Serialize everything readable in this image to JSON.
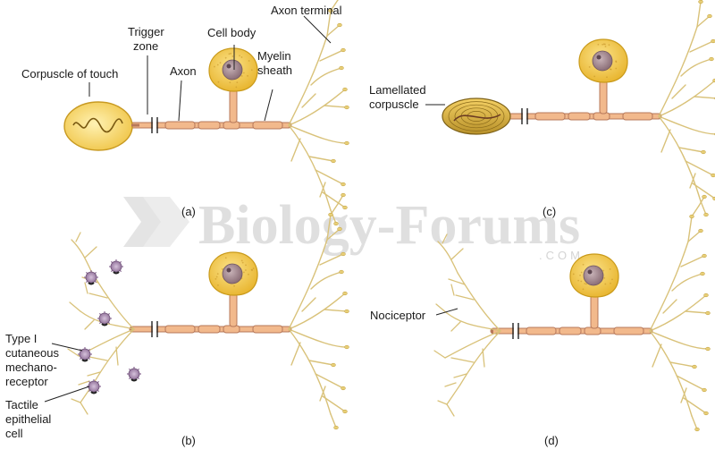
{
  "labels": {
    "axon_terminal": "Axon terminal",
    "trigger_zone": [
      "Trigger",
      "zone"
    ],
    "cell_body": "Cell body",
    "corpuscle_of_touch": "Corpuscle of touch",
    "axon": "Axon",
    "myelin_sheath": [
      "Myelin",
      "sheath"
    ],
    "lamellated_corpuscle": [
      "Lamellated",
      "corpuscle"
    ],
    "type_i_receptor": [
      "Type I",
      "cutaneous",
      "mechano-",
      "receptor"
    ],
    "tactile_epithelial_cell": [
      "Tactile",
      "epithelial",
      "cell"
    ],
    "nociceptor": "Nociceptor"
  },
  "panels": [
    "(a)",
    "(b)",
    "(c)",
    "(d)"
  ],
  "watermark": {
    "text": "Biology-Forums",
    "sub": ".COM"
  },
  "colors": {
    "dendrite": "#d9c27a",
    "axon_fill": "#f2b98c",
    "axon_stroke": "#b7785a",
    "soma_fill": "#f2c94c",
    "soma_stroke": "#c99a1a",
    "nucleus": "#9b7f86",
    "capsule": "#f6d66a",
    "merkel": "#a98ab0"
  }
}
